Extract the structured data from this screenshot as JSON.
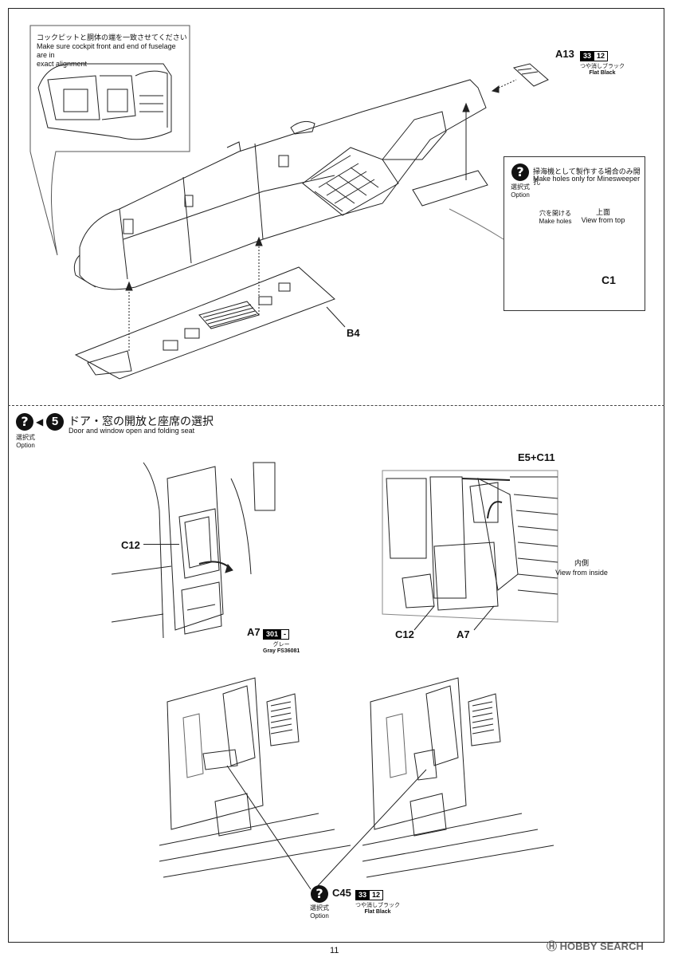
{
  "page_number": "11",
  "top_section": {
    "cockpit_note_jp": "コックピットと胴体の端を一致させてください",
    "cockpit_note_en_1": "Make sure cockpit front and end of fuselage are in",
    "cockpit_note_en_2": "exact alignment",
    "part_a13": "A13",
    "part_b4": "B4",
    "part_c1": "C1",
    "paint_a13": {
      "code_a": "33",
      "code_b": "12",
      "name_jp": "つや消しブラック",
      "name_en": "Flat Black"
    },
    "option_box": {
      "title_jp": "掃海機として製作する場合のみ開孔",
      "title_en": "Make holes only for Minesweeper",
      "option_jp": "選択式",
      "option_en": "Option",
      "make_holes_jp": "穴を開ける",
      "make_holes_en": "Make holes",
      "view_top_jp": "上面",
      "view_top_en": "View from top"
    }
  },
  "step5": {
    "step_number": "5",
    "title_jp": "ドア・窓の開放と座席の選択",
    "title_en": "Door and window open and folding seat",
    "option_jp": "選択式",
    "option_en": "Option",
    "part_c12_left": "C12",
    "part_a7_left": "A7",
    "paint_a7": {
      "code_a": "301",
      "code_b": "-",
      "name_jp": "グレー",
      "name_en": "Gray FS36081"
    },
    "part_e5c11": "E5+C11",
    "inside_jp": "内側",
    "inside_en": "View from inside",
    "part_c12_right": "C12",
    "part_a7_right": "A7",
    "part_c45": "C45",
    "paint_c45": {
      "code_a": "33",
      "code_b": "12",
      "name_jp": "つや消しブラック",
      "name_en": "Flat Black"
    },
    "option2_jp": "選択式",
    "option2_en": "Option"
  },
  "watermark": "HOBBY SEARCH"
}
